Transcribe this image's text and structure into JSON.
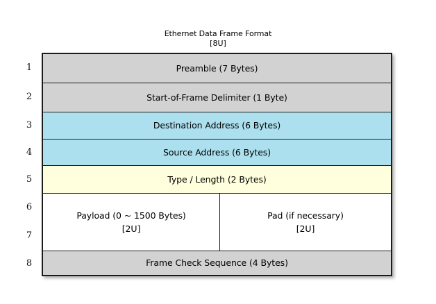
{
  "diagram": {
    "title": "Ethernet Data Frame Format",
    "title_sub": "[8U]",
    "colors": {
      "gray": "#d2d2d2",
      "blue": "#ade0ee",
      "cream": "#ffffdd",
      "white": "#ffffff",
      "border": "#1b1b1b",
      "page_background": "#ffffff"
    },
    "row_numbers": [
      "1",
      "2",
      "3",
      "4",
      "5",
      "6",
      "7",
      "8"
    ],
    "rows": [
      {
        "number": "1",
        "label": "Preamble (7 Bytes)",
        "fill": "#d2d2d2"
      },
      {
        "number": "2",
        "label": "Start-of-Frame Delimiter (1 Byte)",
        "fill": "#d2d2d2"
      },
      {
        "number": "3",
        "label": "Destination Address (6 Bytes)",
        "fill": "#ade0ee"
      },
      {
        "number": "4",
        "label": "Source Address (6 Bytes)",
        "fill": "#ade0ee"
      },
      {
        "number": "5",
        "label": "Type / Length (2 Bytes)",
        "fill": "#ffffdd"
      },
      {
        "number": "6-7",
        "fill": "#ffffff",
        "split": true,
        "left": {
          "label": "Payload (0 ~ 1500 Bytes)",
          "sub": "[2U]"
        },
        "right": {
          "label": "Pad (if necessary)",
          "sub": "[2U]"
        }
      },
      {
        "number": "8",
        "label": "Frame Check Sequence (4 Bytes)",
        "fill": "#d2d2d2"
      }
    ]
  }
}
